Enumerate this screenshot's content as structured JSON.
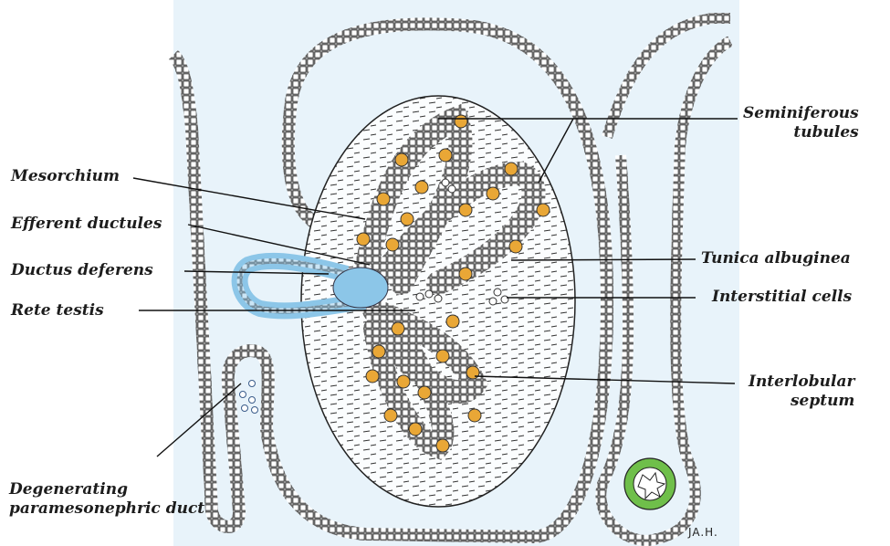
{
  "labels": {
    "seminiferous_tubules": [
      "Seminiferous",
      "tubules"
    ],
    "mesorchium": "Mesorchium",
    "efferent_ductules": "Efferent ductules",
    "ductus_deferens": "Ductus deferens",
    "rete_testis": "Rete testis",
    "tunica_albuginea": "Tunica albuginea",
    "interstitial_cells": "Interstitial cells",
    "interlobular_septum": [
      "Interlobular",
      "septum"
    ],
    "degenerating_duct": [
      "Degenerating",
      "paramesonephric duct"
    ],
    "signature": "JA.H."
  },
  "colors": {
    "background_tint": "#e8f3fa",
    "epithelium": "#1f1f1f",
    "rete_blue": "#8cc6e8",
    "germ_cell": "#e9a736",
    "duct_green": "#6fbf4a"
  }
}
